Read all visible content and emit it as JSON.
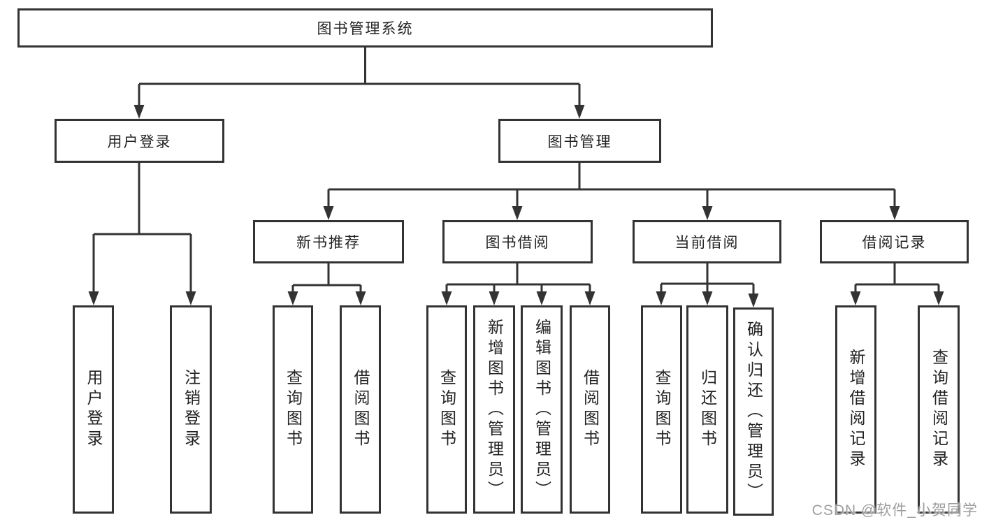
{
  "tree": {
    "label": "图书管理系统",
    "children": [
      {
        "label": "用户登录",
        "children": [
          {
            "label": "用户登录"
          },
          {
            "label": "注销登录"
          }
        ]
      },
      {
        "label": "图书管理",
        "children": [
          {
            "label": "新书推荐",
            "children": [
              {
                "label": "查询图书"
              },
              {
                "label": "借阅图书"
              }
            ]
          },
          {
            "label": "图书借阅",
            "children": [
              {
                "label": "查询图书"
              },
              {
                "label": "新增图书（管理员）"
              },
              {
                "label": "编辑图书（管理员）"
              },
              {
                "label": "借阅图书"
              }
            ]
          },
          {
            "label": "当前借阅",
            "children": [
              {
                "label": "查询图书"
              },
              {
                "label": "归还图书"
              },
              {
                "label": "确认归还（管理员）"
              }
            ]
          },
          {
            "label": "借阅记录",
            "children": [
              {
                "label": "新增借阅记录"
              },
              {
                "label": "查询借阅记录"
              }
            ]
          }
        ]
      }
    ]
  },
  "watermark": "CSDN @软件_小贺同学",
  "colors": {
    "line": "#333333",
    "text": "#222222",
    "watermark": "#9e9e9e"
  }
}
